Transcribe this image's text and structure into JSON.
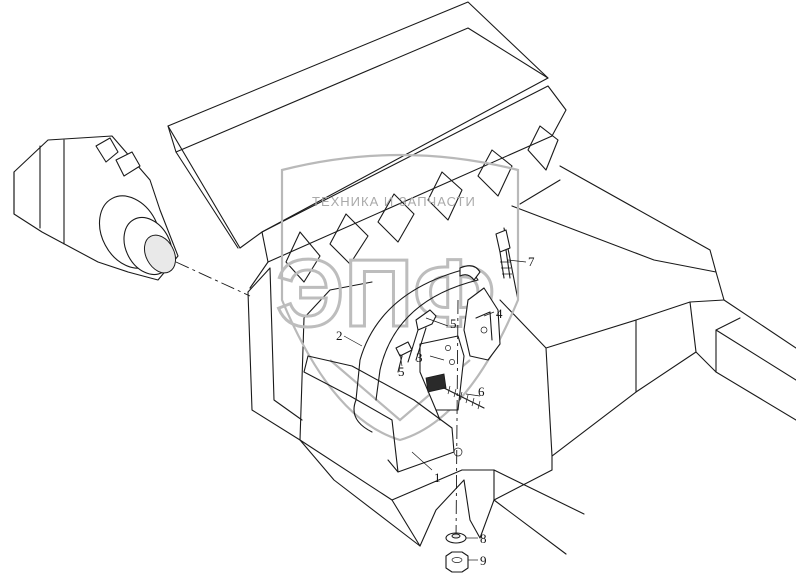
{
  "watermark": {
    "company_text": "ТЕХНИКА И ЗАПЧАСТИ",
    "letters": "ЭПФ"
  },
  "callouts": [
    {
      "id": "1",
      "label": "1"
    },
    {
      "id": "2",
      "label": "2"
    },
    {
      "id": "3",
      "label": "3"
    },
    {
      "id": "4",
      "label": "4"
    },
    {
      "id": "5a",
      "label": "5"
    },
    {
      "id": "5b",
      "label": "5"
    },
    {
      "id": "6",
      "label": "6"
    },
    {
      "id": "7",
      "label": "7"
    },
    {
      "id": "8",
      "label": "8"
    },
    {
      "id": "9",
      "label": "9"
    }
  ]
}
